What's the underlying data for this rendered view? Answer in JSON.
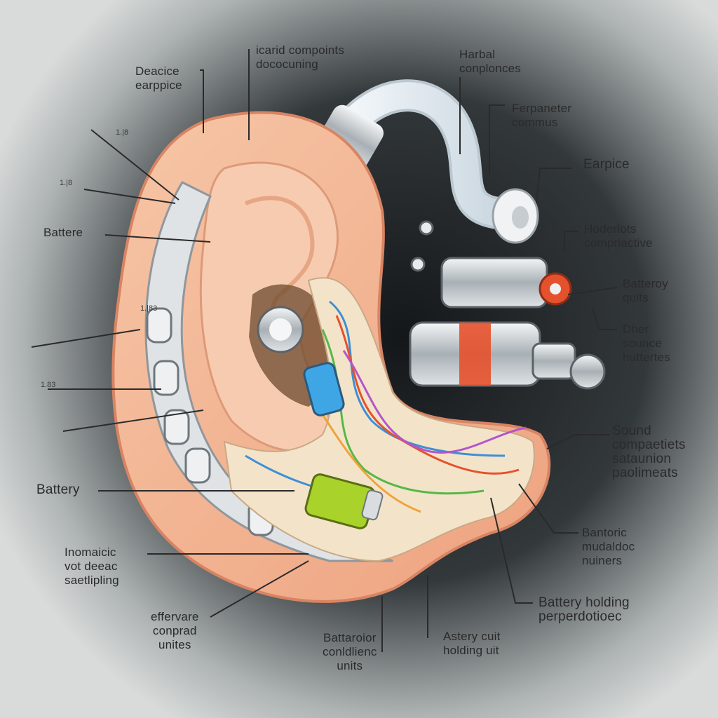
{
  "diagram": {
    "background": {
      "outer": "#d6d9d8",
      "inner": "#1c1f21"
    },
    "colors": {
      "skin": "#f3b995",
      "skin_dark": "#e08c6a",
      "casing": "#dfe3e6",
      "battery_green": "#a9d22a",
      "accent_red": "#e5512c"
    },
    "labels": {
      "top_left": [
        "Deacice",
        "earppice"
      ],
      "top_center": [
        "icarid compoints",
        "dococuning"
      ],
      "top_right": [
        "Harbal",
        "conplonces"
      ],
      "ferp": [
        "Ferpaneter",
        "commus"
      ],
      "earpice": [
        "Earpice"
      ],
      "battere": [
        "Battere"
      ],
      "hodorlets": [
        "Hoderlots",
        "compriactive"
      ],
      "batteroy": [
        "Batteroy",
        "quits"
      ],
      "dher": [
        "Dher",
        "sounce",
        "huttertes"
      ],
      "sound": [
        "Sound",
        "compaetiets",
        "sataunion",
        "paolimeats"
      ],
      "battery_left": [
        "Battery"
      ],
      "bantoric": [
        "Bantoric",
        "mudaldoc",
        "nuiners"
      ],
      "inomaic": [
        "Inomaicic",
        "vot deeac",
        "saetlipling"
      ],
      "holding_right": [
        "Battery holding",
        "perperdotioec"
      ],
      "efferware": [
        "effervare",
        "conprad",
        "unites"
      ],
      "battaroior": [
        "Battaroior",
        "conldlienc",
        "units"
      ],
      "astery": [
        "Astery cuit",
        "holding uit"
      ],
      "small_marks": [
        "1.|8",
        "1.|8",
        "1.83",
        "1.|83"
      ]
    }
  }
}
